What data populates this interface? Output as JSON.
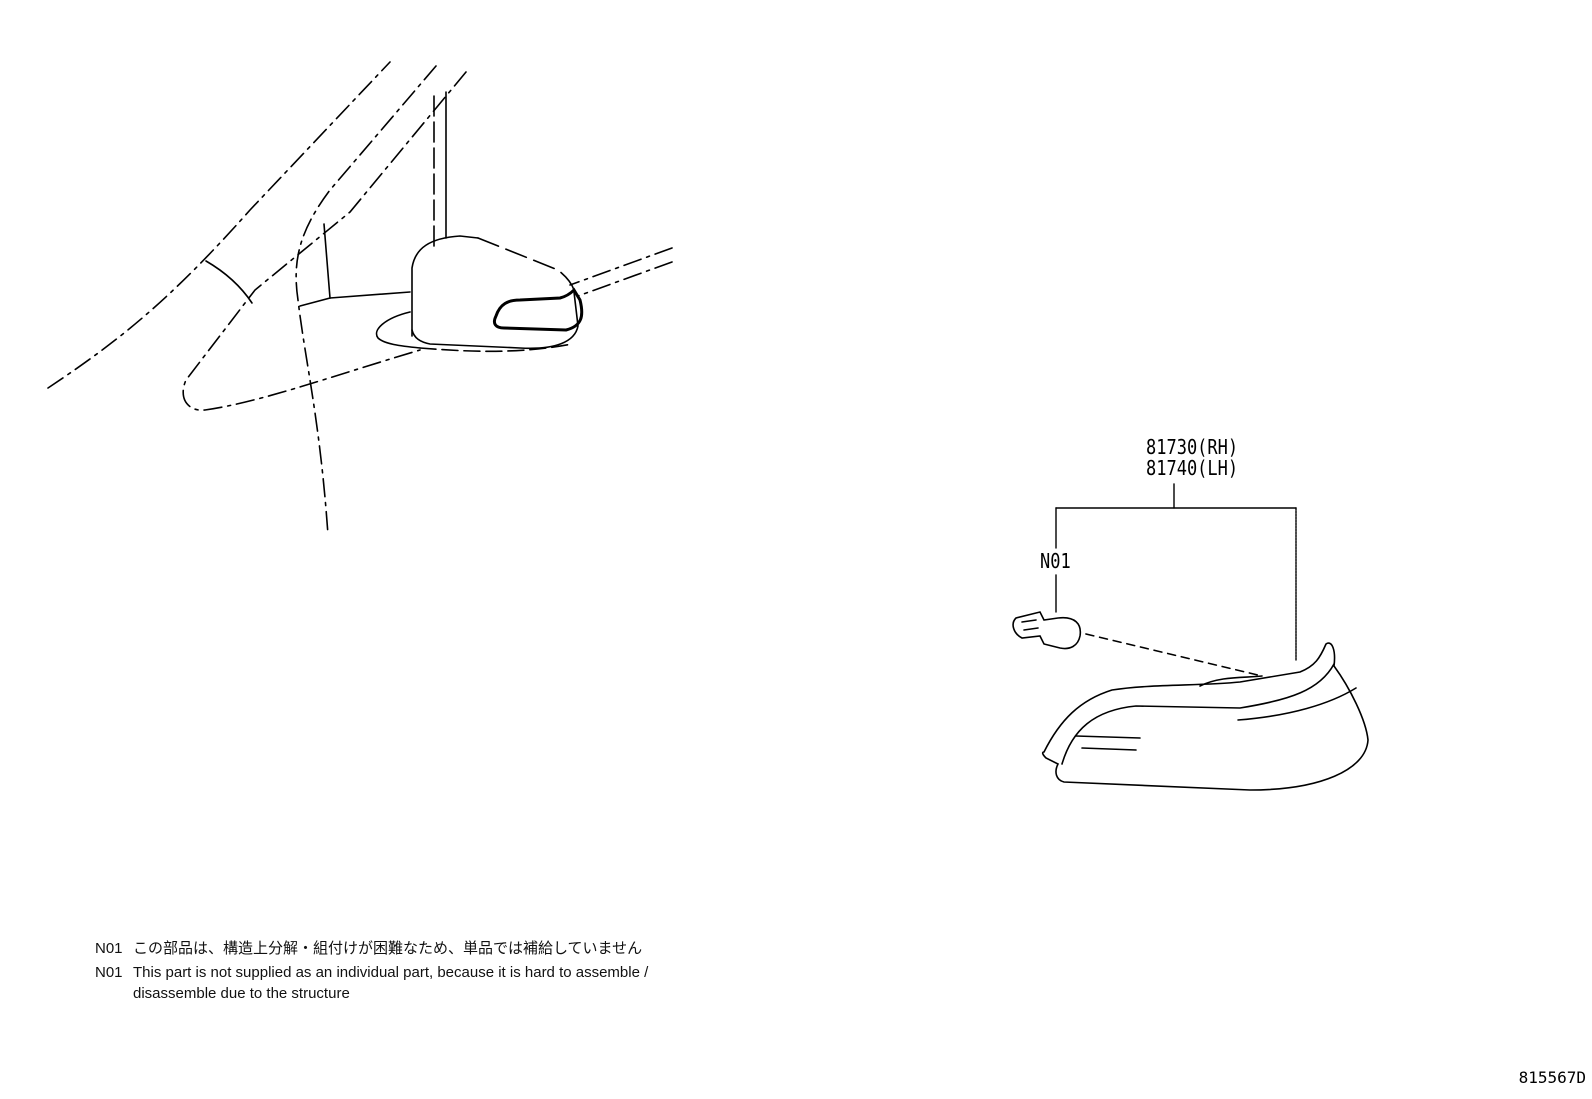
{
  "diagram": {
    "type": "parts-illustration",
    "subject": "Outside mirror side turn signal lamp"
  },
  "callouts": {
    "part_rh": "81730(RH)",
    "part_lh": "81740(LH)",
    "note_ref": "N01"
  },
  "notes": [
    {
      "code": "N01",
      "text": "この部品は、構造上分解・組付けが困難なため、単品では補給していません"
    },
    {
      "code": "N01",
      "text": "This part is not supplied as an individual part, because it is hard to assemble /",
      "continuation": "disassemble due to the structure"
    }
  ],
  "reference_code": "815567D",
  "colors": {
    "line": "#000000",
    "background": "#ffffff"
  }
}
